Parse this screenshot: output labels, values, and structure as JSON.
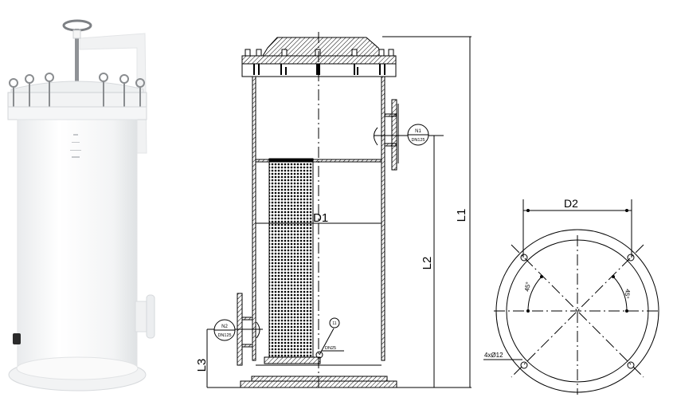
{
  "photo": {
    "subject": "white PP bag filter housing with swing-bolt lid, handwheel and side nozzles",
    "colors": {
      "body": "#f4f5f6",
      "shade": "#dcdfe2",
      "bolt": "#8a8d90",
      "valve": "#2b2b2b"
    }
  },
  "section_view": {
    "dim_L1": "L1",
    "dim_L2": "L2",
    "dim_L3": "L3",
    "dim_D1": "D1",
    "nozzle_N1": {
      "tag": "N1",
      "size": "DN125"
    },
    "nozzle_N2": {
      "tag": "N2",
      "size": "DN125"
    },
    "nozzle_11": {
      "tag": "11",
      "size": "DN25"
    }
  },
  "base_view": {
    "dim_D2": "D2",
    "angle_left": "45°",
    "angle_right": "45°",
    "holes_label": "4xØ12"
  },
  "colors": {
    "line": "#000000",
    "hatch": "#000000",
    "background": "#ffffff"
  }
}
